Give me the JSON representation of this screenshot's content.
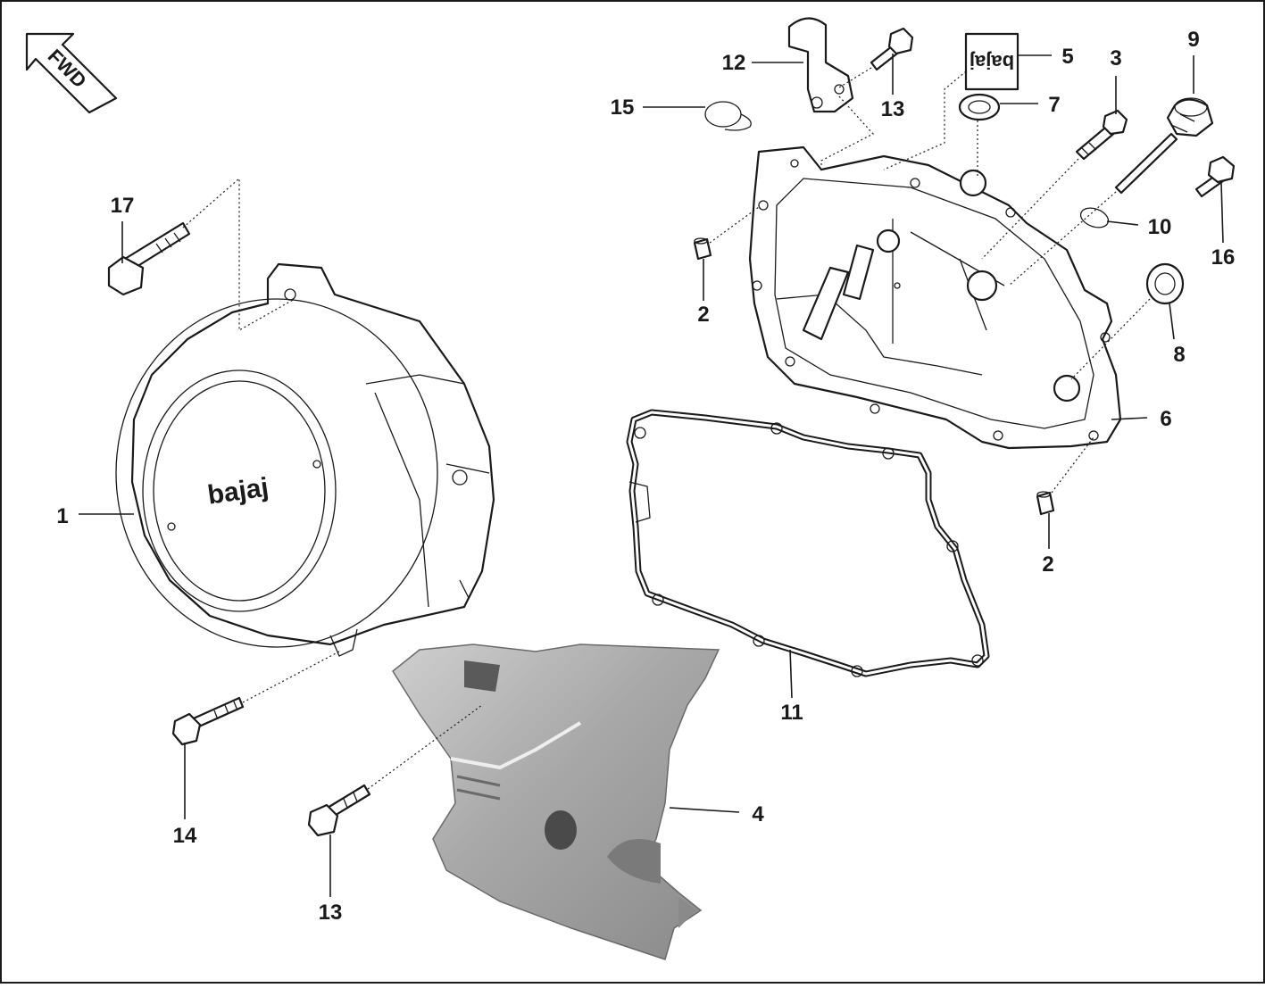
{
  "badge": {
    "text": "FWD"
  },
  "logos": {
    "alternator_cover": "bajaj",
    "label_sticker": "bajaj"
  },
  "callouts": [
    {
      "id": "c1",
      "label": "1"
    },
    {
      "id": "c2a",
      "label": "2"
    },
    {
      "id": "c2b",
      "label": "2"
    },
    {
      "id": "c3",
      "label": "3"
    },
    {
      "id": "c4",
      "label": "4"
    },
    {
      "id": "c5",
      "label": "5"
    },
    {
      "id": "c6",
      "label": "6"
    },
    {
      "id": "c7",
      "label": "7"
    },
    {
      "id": "c8",
      "label": "8"
    },
    {
      "id": "c9",
      "label": "9"
    },
    {
      "id": "c10",
      "label": "10"
    },
    {
      "id": "c11",
      "label": "11"
    },
    {
      "id": "c12",
      "label": "12"
    },
    {
      "id": "c13a",
      "label": "13"
    },
    {
      "id": "c13b",
      "label": "13"
    },
    {
      "id": "c14",
      "label": "14"
    },
    {
      "id": "c15",
      "label": "15"
    },
    {
      "id": "c16",
      "label": "16"
    },
    {
      "id": "c17",
      "label": "17"
    }
  ],
  "colors": {
    "line": "#1a1a1a",
    "background": "#ffffff",
    "cast_cover": "#a9a9a9"
  }
}
